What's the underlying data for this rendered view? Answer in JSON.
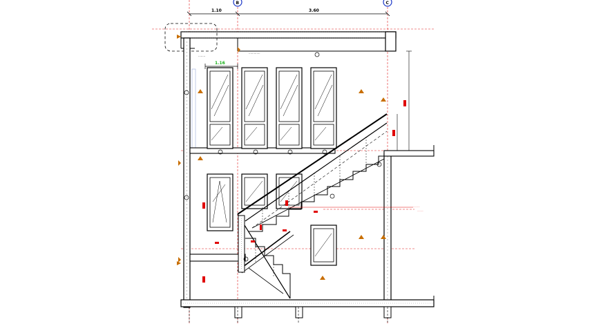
{
  "dimensions": {
    "top_left": "1.10",
    "top_right": "3.60",
    "window_width": "1.16"
  },
  "axes": {
    "left": "B",
    "right": "C"
  },
  "labels": {
    "roof_note": "........",
    "landing_note": ".............",
    "level_note": "..........",
    "level_note_sub": "........."
  },
  "colors": {
    "line": "#000000",
    "hatch": "#555555",
    "grid": "#e01a1a",
    "dim_accent": "#19b219",
    "tag": "#e00000",
    "axis_bubble": "#1a36c8",
    "triangle": "#c86e00"
  }
}
